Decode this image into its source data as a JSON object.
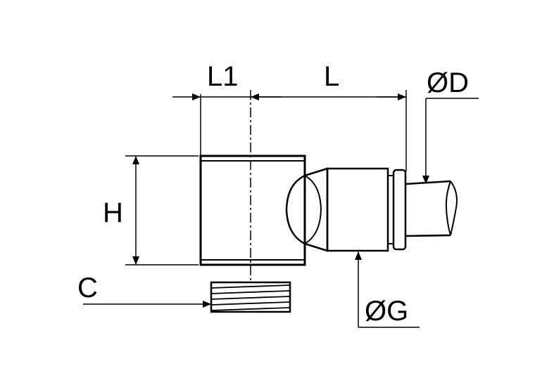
{
  "diagram": {
    "labels": {
      "l1": "L1",
      "l": "L",
      "od": "ØD",
      "h": "H",
      "c": "C",
      "og": "ØG"
    }
  }
}
